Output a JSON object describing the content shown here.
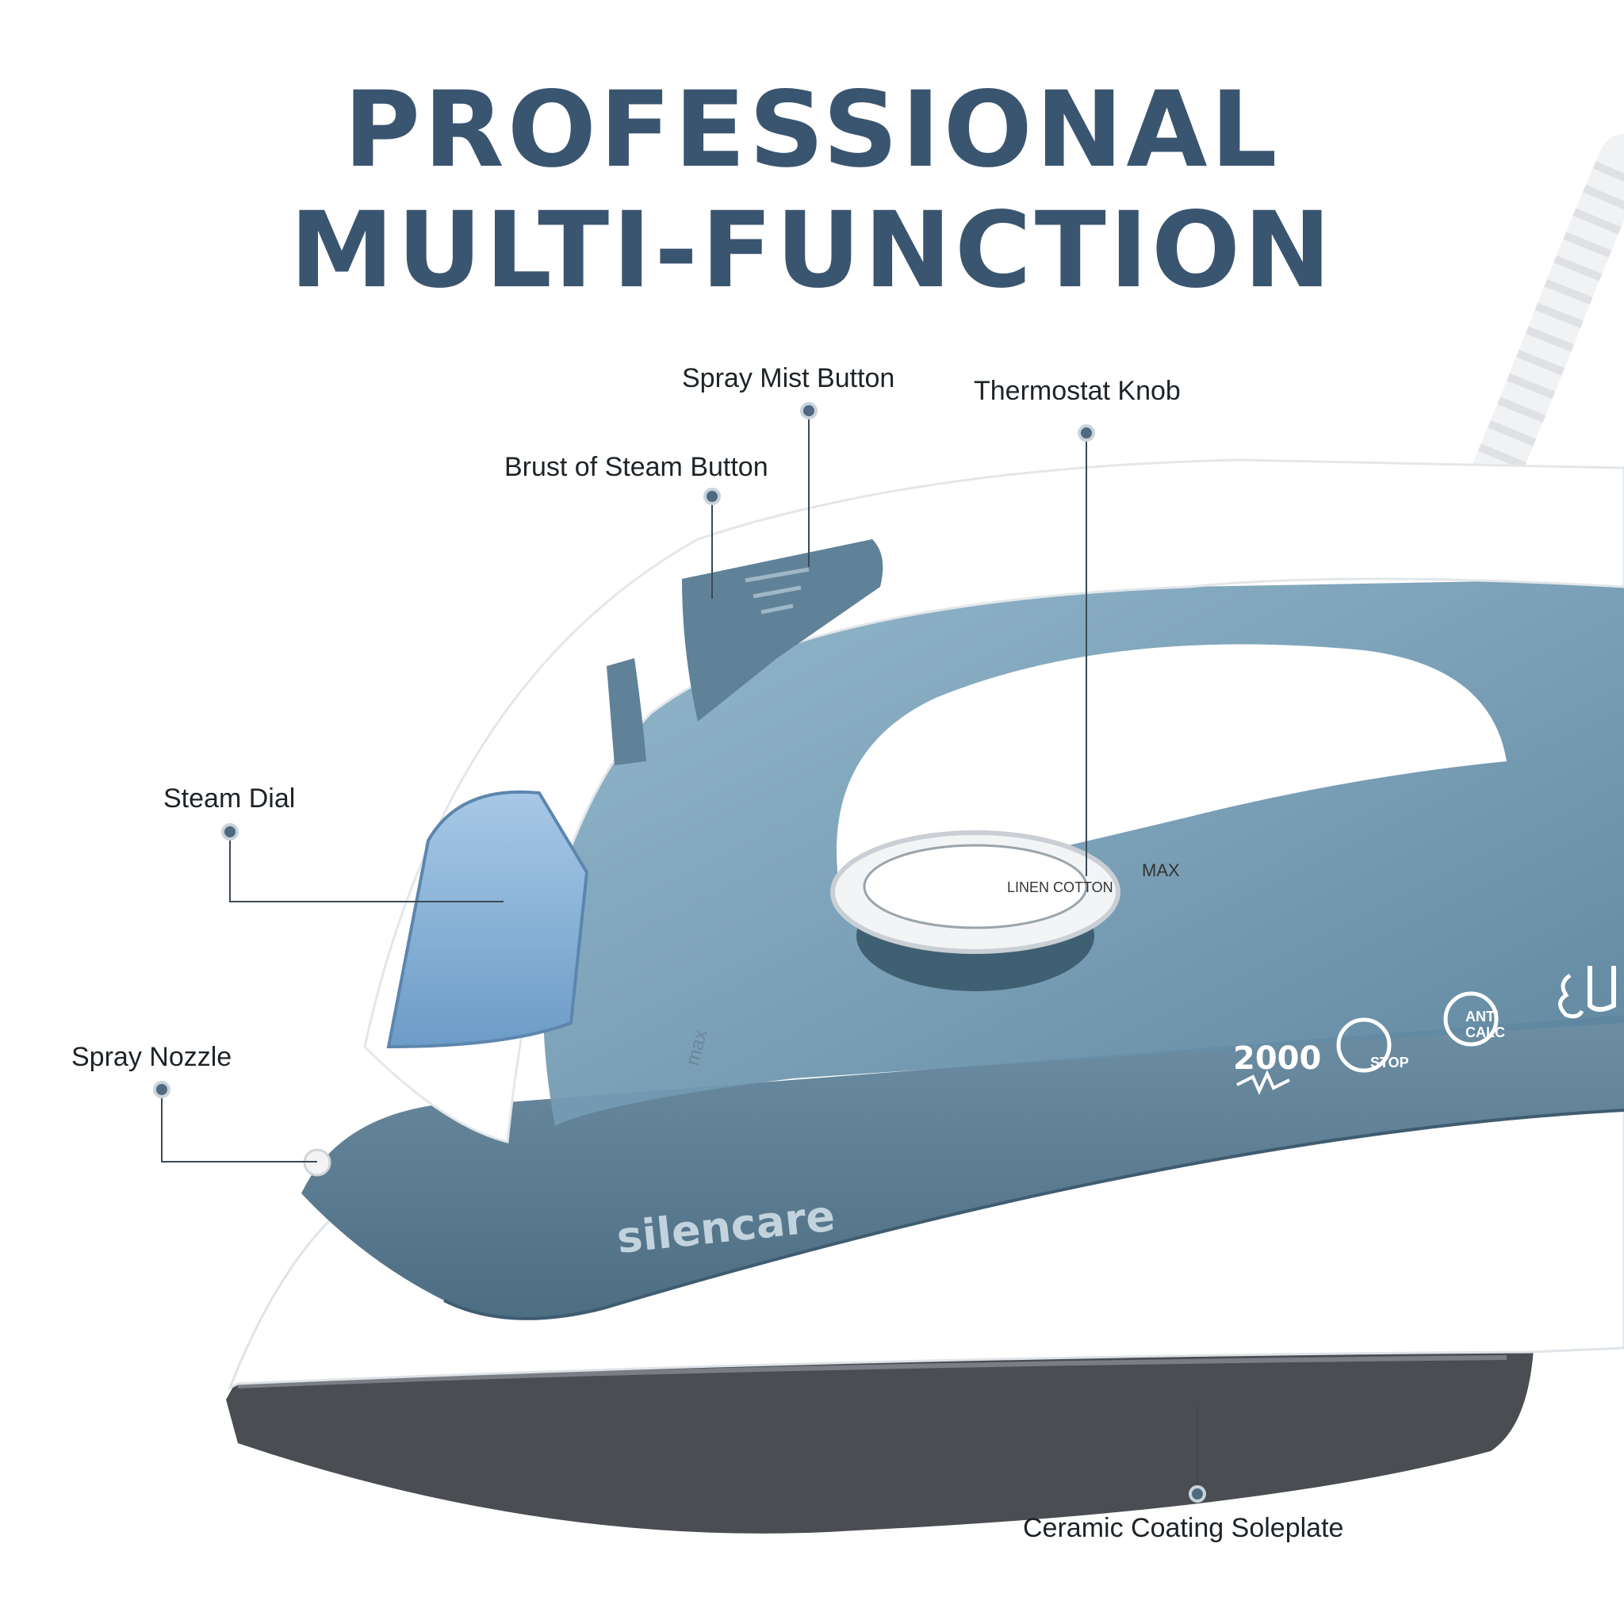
{
  "headline": {
    "line1": "PROFESSIONAL",
    "line2": "MULTI-FUNCTION"
  },
  "callouts": {
    "spray_mist": "Spray Mist Button",
    "thermostat": "Thermostat Knob",
    "burst_steam": "Brust of Steam Button",
    "steam_dial": "Steam Dial",
    "spray_nozzle": "Spray Nozzle",
    "soleplate": "Ceramic Coating Soleplate"
  },
  "product": {
    "brand": "silencare",
    "power": "2000",
    "icon_stop": "STOP",
    "icon_anti": "ANTI",
    "icon_calc": "CALC",
    "dial_max": "MAX",
    "dial_linen": "LINEN COTTON",
    "tank_max": "max"
  },
  "colors": {
    "headline": "#3a5570",
    "body_teal": "#5d7d92",
    "body_white": "#ffffff",
    "soleplate": "#4a4d52",
    "leader_line": "#3b4a57"
  },
  "icons": [
    "drip-stop-icon",
    "anti-calc-icon",
    "vertical-steam-icon",
    "wattage-icon"
  ]
}
